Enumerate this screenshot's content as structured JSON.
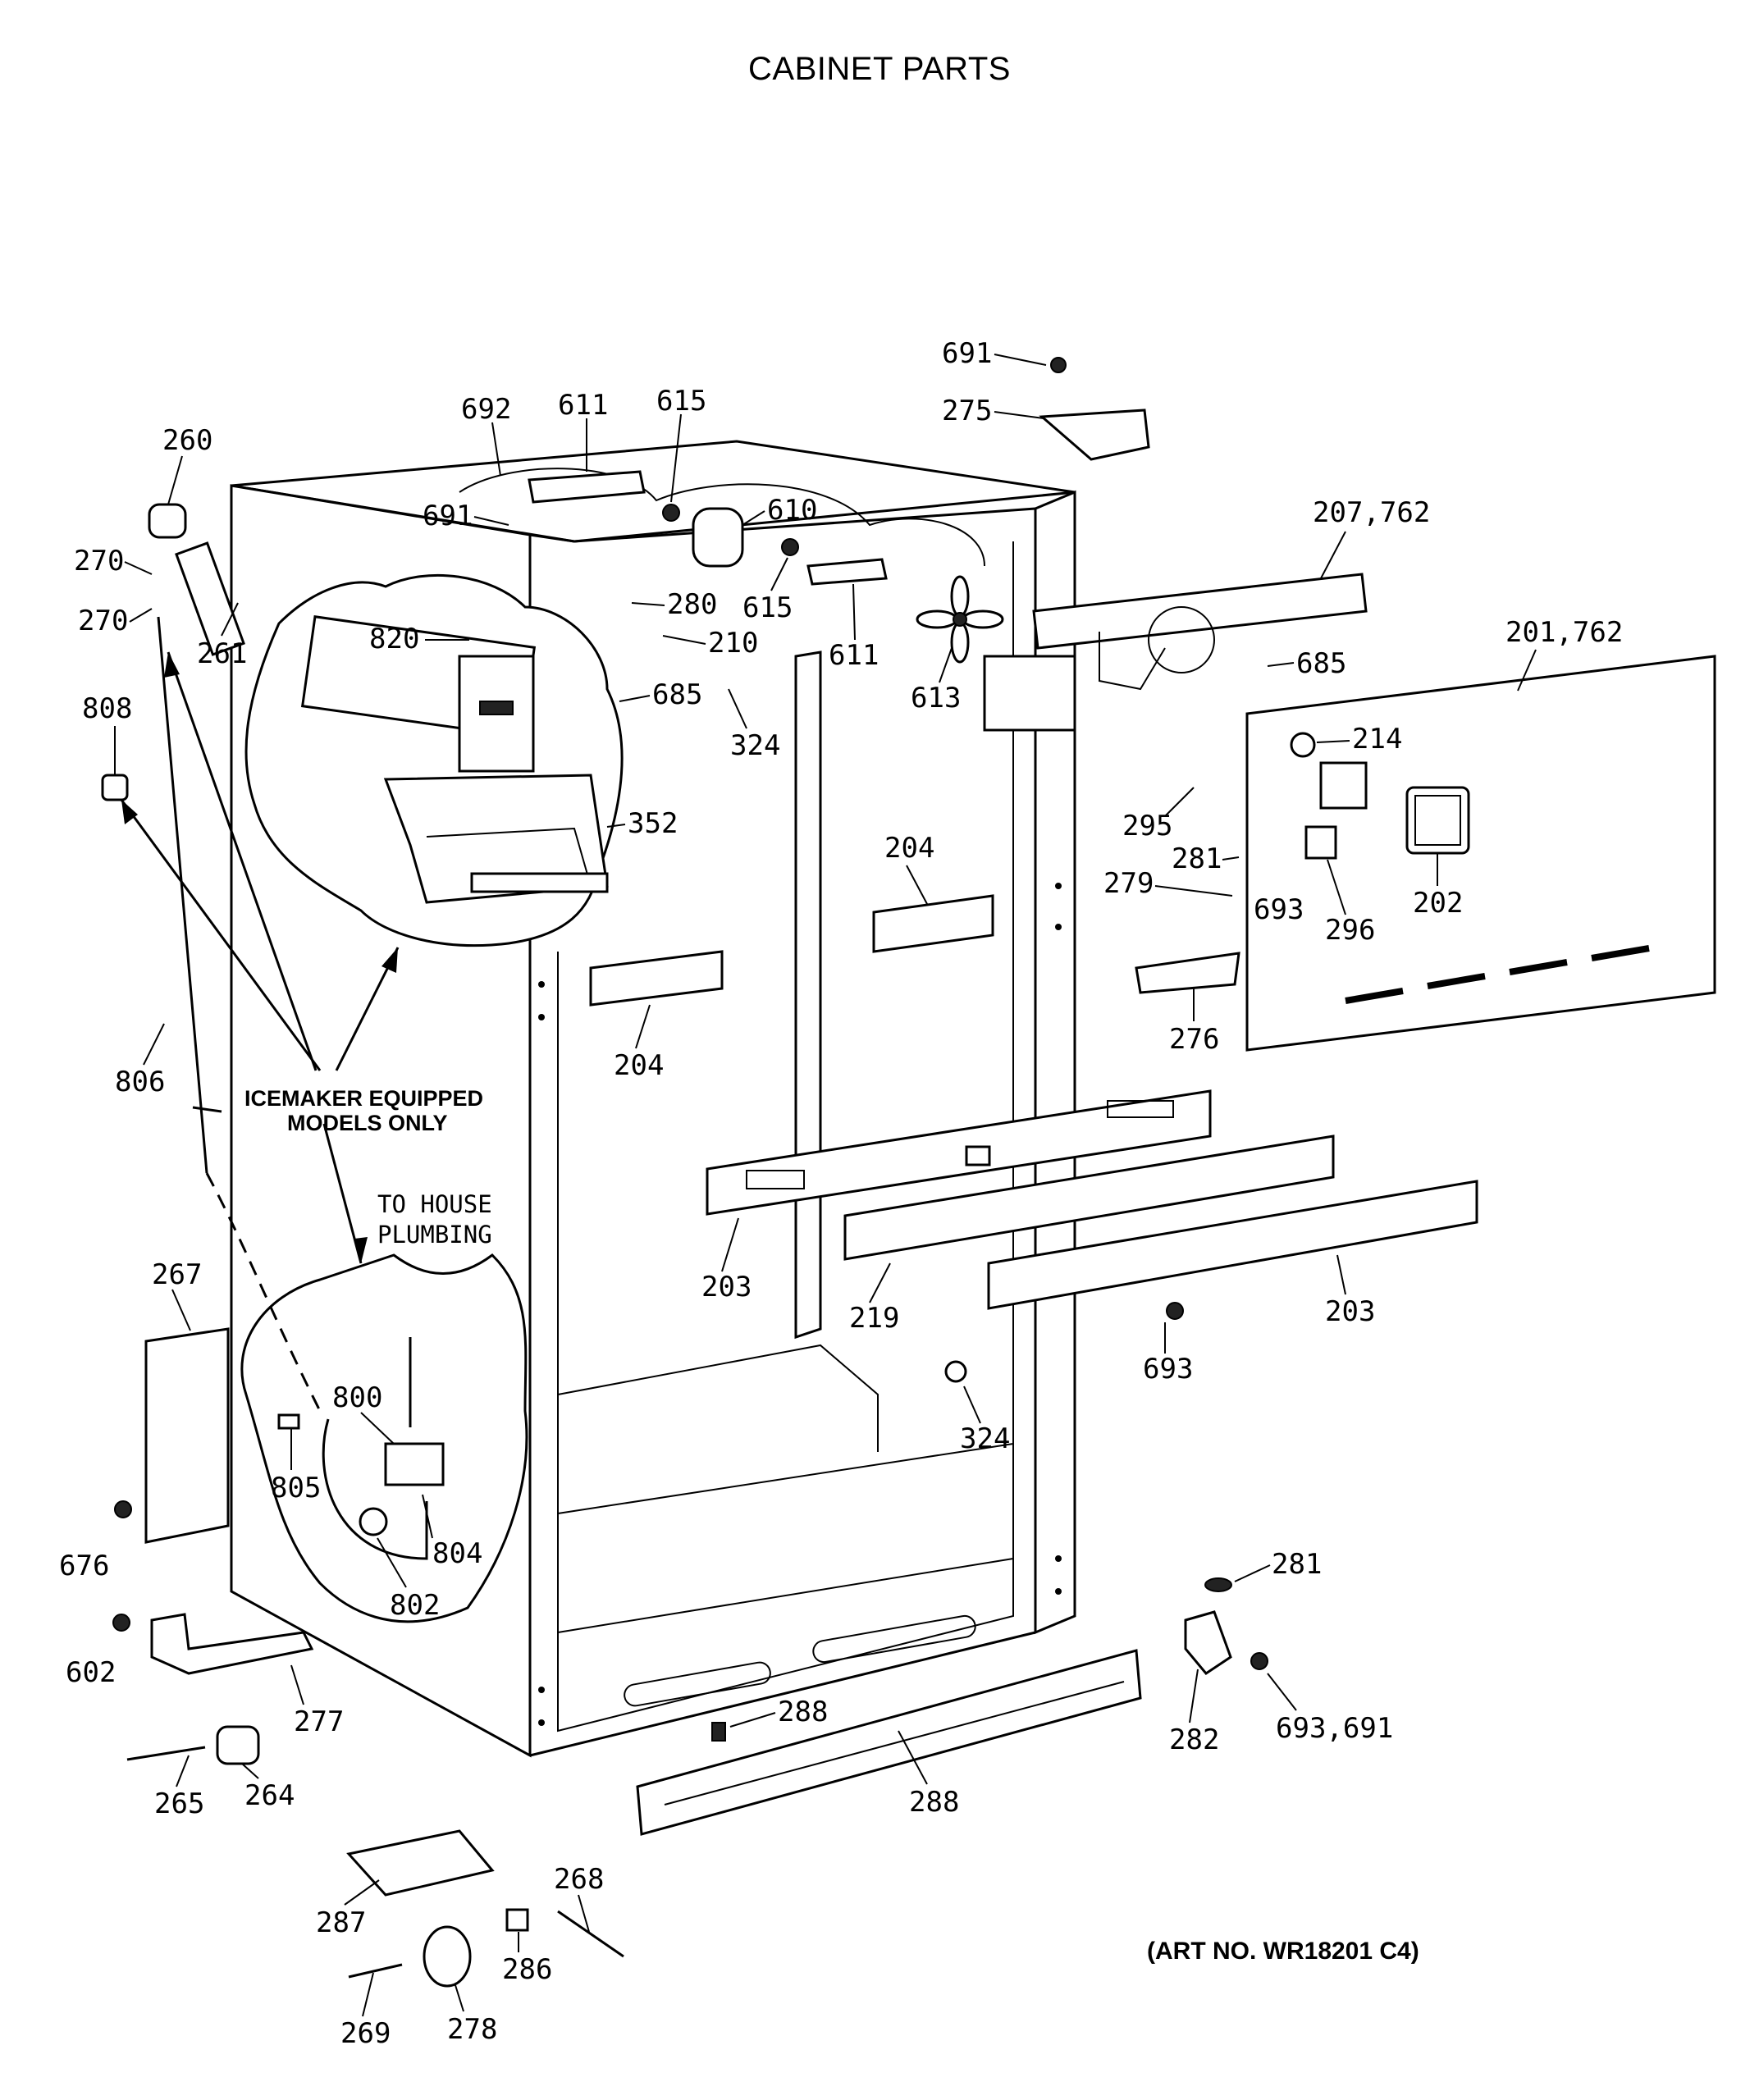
{
  "title": "CABINET PARTS",
  "art_number": "(ART NO. WR18201 C4)",
  "callouts": {
    "icemaker_line1": "ICEMAKER EQUIPPED",
    "icemaker_line2": "MODELS ONLY",
    "plumbing_line1": "TO HOUSE",
    "plumbing_line2": "PLUMBING"
  },
  "part_numbers": {
    "p691_top": "691",
    "p275": "275",
    "p692": "692",
    "p611_top": "611",
    "p615_top": "615",
    "p610": "610",
    "p615_mid": "615",
    "p611_mid": "611",
    "p613": "613",
    "p207_762": "207,762",
    "p201_762": "201,762",
    "p685_right": "685",
    "p214": "214",
    "p260": "260",
    "p270_a": "270",
    "p270_b": "270",
    "p261": "261",
    "p820": "820",
    "p691_mid": "691",
    "p280": "280",
    "p210": "210",
    "p685_left": "685",
    "p324_top": "324",
    "p352": "352",
    "p808": "808",
    "p295": "295",
    "p281_top": "281",
    "p279": "279",
    "p693_top": "693",
    "p296": "296",
    "p202": "202",
    "p204_right": "204",
    "p204_left": "204",
    "p276": "276",
    "p806": "806",
    "p203_left": "203",
    "p219": "219",
    "p203_right": "203",
    "p693_mid": "693",
    "p324_bottom": "324",
    "p267": "267",
    "p800": "800",
    "p805": "805",
    "p804": "804",
    "p802": "802",
    "p676": "676",
    "p281_bottom": "281",
    "p602": "602",
    "p277": "277",
    "p288_small": "288",
    "p282": "282",
    "p693_691": "693,691",
    "p265": "265",
    "p264": "264",
    "p288_grille": "288",
    "p287": "287",
    "p268": "268",
    "p286": "286",
    "p269": "269",
    "p278": "278"
  }
}
